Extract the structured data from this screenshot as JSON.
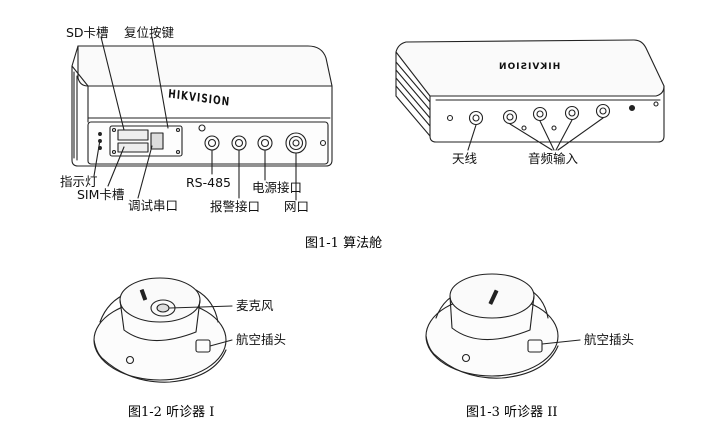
{
  "figure1": {
    "caption": "图1-1  算法舱",
    "labels": {
      "sd_slot": "SD卡槽",
      "reset_button": "复位按键",
      "indicator": "指示灯",
      "sim_slot": "SIM卡槽",
      "debug_port": "调试串口",
      "rs485": "RS-485",
      "alarm_port": "报警接口",
      "power_port": "电源接口",
      "network_port": "网口",
      "antenna": "天线",
      "audio_input": "音频输入"
    },
    "brand_logo": "HIKVISION"
  },
  "figure2": {
    "caption": "图1-2  听诊器 I",
    "labels": {
      "microphone": "麦克风",
      "aviation_plug": "航空插头"
    }
  },
  "figure3": {
    "caption": "图1-3  听诊器 II",
    "labels": {
      "aviation_plug": "航空插头"
    }
  }
}
